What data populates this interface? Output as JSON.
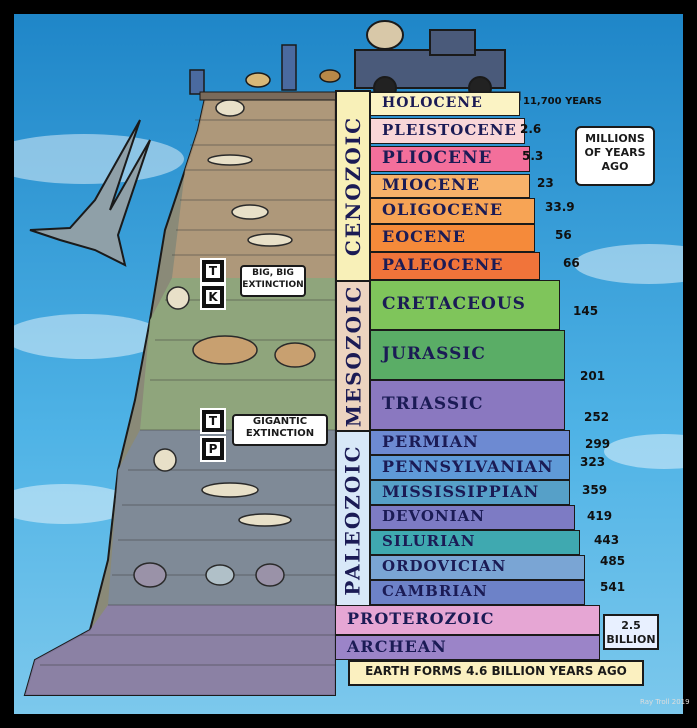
{
  "eras": [
    {
      "key": "cenozoic",
      "label": "CENOZOIC"
    },
    {
      "key": "mesozoic",
      "label": "MESOZOIC"
    },
    {
      "key": "paleozoic",
      "label": "PALEOZOIC"
    }
  ],
  "periods": [
    {
      "name": "HOLOCENE",
      "age": "11,700 YEARS"
    },
    {
      "name": "PLEISTOCENE",
      "age": "2.6"
    },
    {
      "name": "PLIOCENE",
      "age": "5.3"
    },
    {
      "name": "MIOCENE",
      "age": "23"
    },
    {
      "name": "OLIGOCENE",
      "age": "33.9"
    },
    {
      "name": "EOCENE",
      "age": "56"
    },
    {
      "name": "PALEOCENE",
      "age": "66"
    },
    {
      "name": "CRETACEOUS",
      "age": "145"
    },
    {
      "name": "JURASSIC",
      "age": "201"
    },
    {
      "name": "TRIASSIC",
      "age": "252"
    },
    {
      "name": "PERMIAN",
      "age": "299"
    },
    {
      "name": "PENNSYLVANIAN",
      "age": "323"
    },
    {
      "name": "MISSISSIPPIAN",
      "age": "359"
    },
    {
      "name": "DEVONIAN",
      "age": "419"
    },
    {
      "name": "SILURIAN",
      "age": "443"
    },
    {
      "name": "ORDOVICIAN",
      "age": "485"
    },
    {
      "name": "CAMBRIAN",
      "age": "541"
    },
    {
      "name": "PROTEROZOIC",
      "age": ""
    },
    {
      "name": "ARCHEAN",
      "age": ""
    }
  ],
  "callouts": {
    "millions_label": "MILLIONS OF YEARS AGO",
    "billion_label": "2.5 BILLION",
    "earth_forms": "EARTH FORMS 4.6 BILLION YEARS AGO",
    "kt_extinction": "BIG, BIG EXTINCTION",
    "pt_extinction": "GIGANTIC EXTINCTION",
    "signature": "Ray Troll 2019"
  },
  "badges": {
    "t1": "T",
    "k": "K",
    "t2": "T",
    "p": "P"
  },
  "colors": {
    "sky": "#3aa3dc",
    "holocene": "#fbf3c4",
    "pleistocene": "#f9d6d8",
    "pliocene": "#f36f9b",
    "miocene": "#f8b26a",
    "oligocene": "#f7a455",
    "eocene": "#f58a3a",
    "paleocene": "#f1743a",
    "cretaceous": "#7fc55b",
    "jurassic": "#5aad66",
    "triassic": "#8a78c0",
    "permian": "#6d8ad2",
    "pennsylvanian": "#5f9ad8",
    "mississippian": "#56a0c8",
    "devonian": "#7d7bc4",
    "silurian": "#3fa9b0",
    "ordovician": "#7aa5d4",
    "cambrian": "#6d82c8",
    "proterozoic": "#e6a6d4",
    "archean": "#9b84c8"
  }
}
